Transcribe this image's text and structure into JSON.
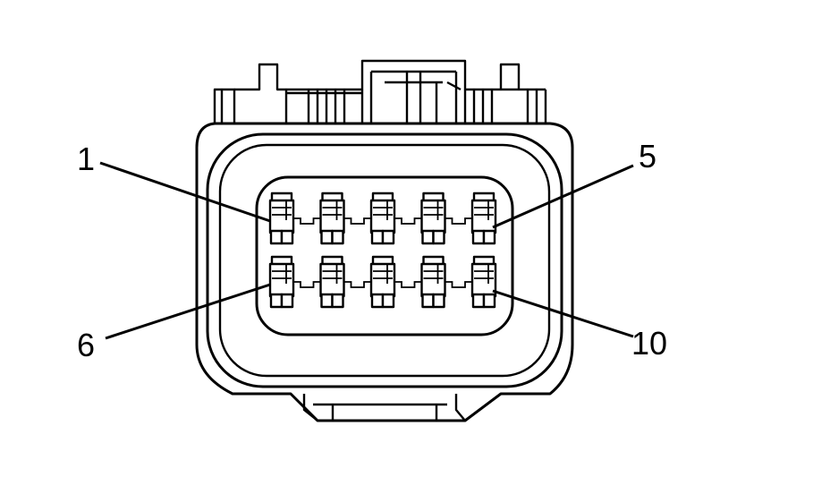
{
  "diagram": {
    "labels": {
      "pin1": "1",
      "pin5": "5",
      "pin6": "6",
      "pin10": "10"
    },
    "rows": [
      {
        "terminals": 5
      },
      {
        "terminals": 5
      }
    ],
    "colors": {
      "stroke": "#000000",
      "background": "#ffffff"
    }
  }
}
